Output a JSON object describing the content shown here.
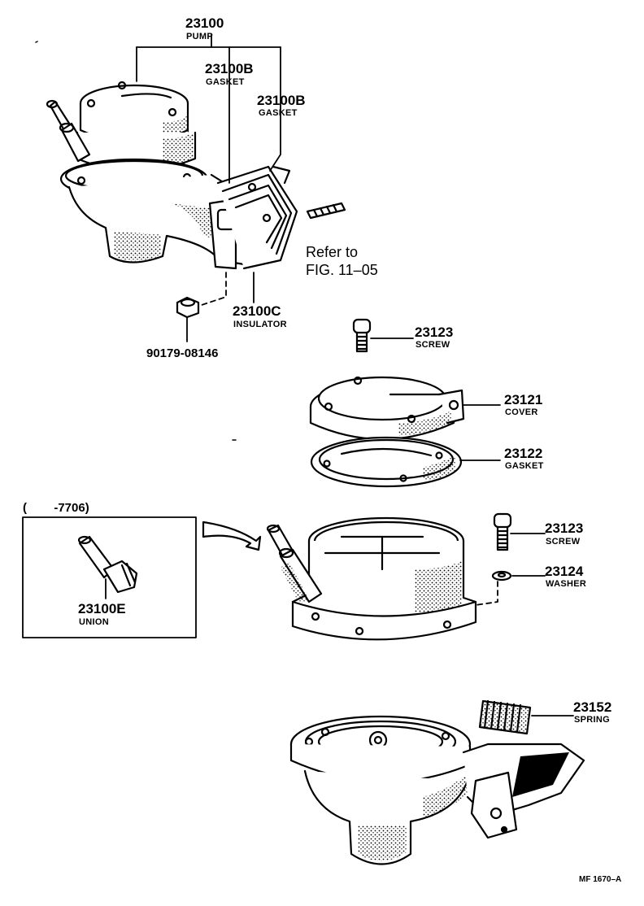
{
  "labels": {
    "pump": {
      "number": "23100",
      "name": "PUMP"
    },
    "gasket_b1": {
      "number": "23100B",
      "name": "GASKET"
    },
    "gasket_b2": {
      "number": "23100B",
      "name": "GASKET"
    },
    "insulator": {
      "number": "23100C",
      "name": "INSULATOR"
    },
    "nut": {
      "number": "90179-08146"
    },
    "refer": {
      "line1": "Refer to",
      "line2": "FIG. 11–05"
    },
    "screw_top": {
      "number": "23123",
      "name": "SCREW"
    },
    "cover": {
      "number": "23121",
      "name": "COVER"
    },
    "gasket_22": {
      "number": "23122",
      "name": "GASKET"
    },
    "inset_range": "(        -7706)",
    "union": {
      "number": "23100E",
      "name": "UNION"
    },
    "screw_mid": {
      "number": "23123",
      "name": "SCREW"
    },
    "washer": {
      "number": "23124",
      "name": "WASHER"
    },
    "spring": {
      "number": "23152",
      "name": "SPRING"
    },
    "figure_code": "MF 1670–A"
  }
}
